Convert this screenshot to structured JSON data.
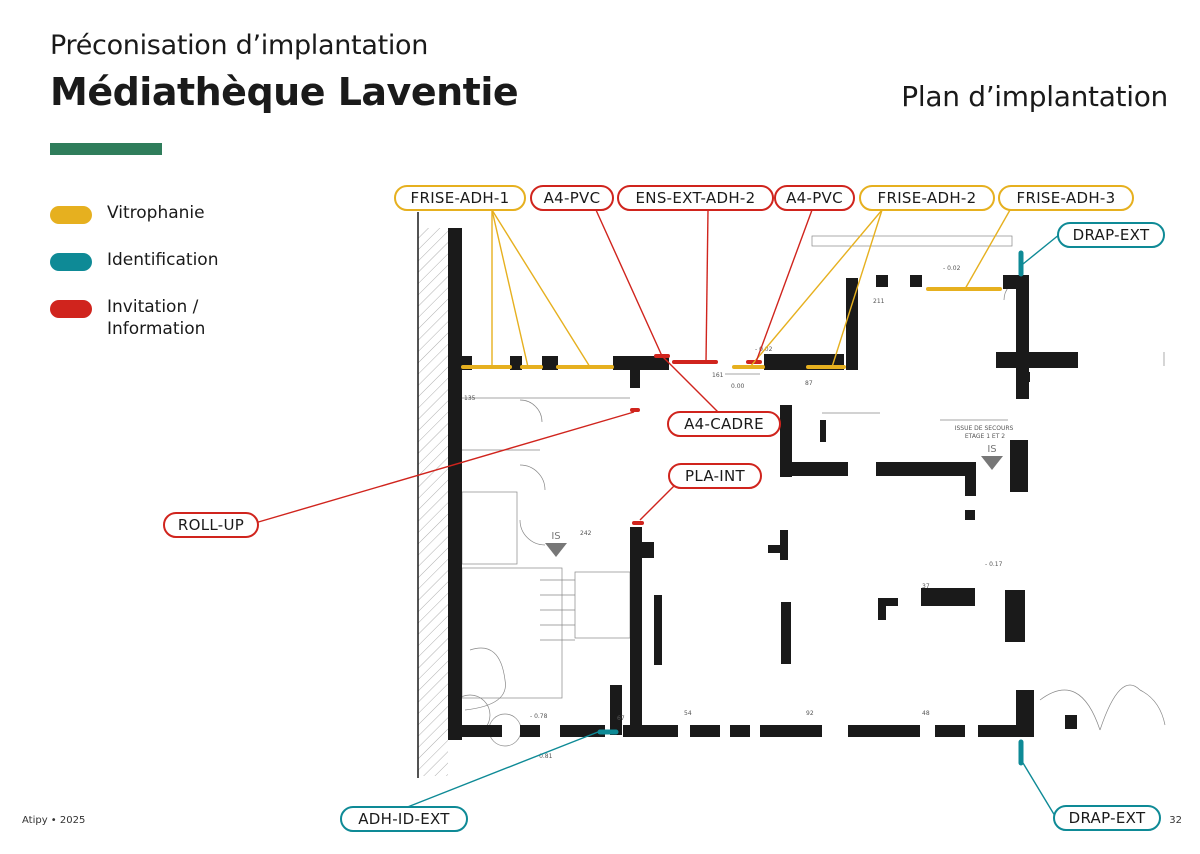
{
  "header": {
    "subtitle": "Préconisation d’implantation",
    "title": "Médiathèque Laventie",
    "right_title": "Plan d’implantation"
  },
  "colors": {
    "accent_bar": "#2f7d5b",
    "vitrophanie": "#e6b01f",
    "identification": "#0e8a96",
    "invitation": "#d0241d",
    "walls": "#1a1a1a"
  },
  "legend": [
    {
      "label": "Vitrophanie",
      "color": "#e6b01f"
    },
    {
      "label": "Identification",
      "color": "#0e8a96"
    },
    {
      "label": "Invitation /\nInformation",
      "color": "#d0241d"
    }
  ],
  "tags": {
    "frise_adh_1": "FRISE-ADH-1",
    "a4_pvc_1": "A4-PVC",
    "ens_ext_adh_2": "ENS-EXT-ADH-2",
    "a4_pvc_2": "A4-PVC",
    "frise_adh_2": "FRISE-ADH-2",
    "frise_adh_3": "FRISE-ADH-3",
    "drap_ext_top": "DRAP-EXT",
    "a4_cadre": "A4-CADRE",
    "pla_int": "PLA-INT",
    "roll_up": "ROLL-UP",
    "adh_id_ext": "ADH-ID-EXT",
    "drap_ext_bottom": "DRAP-EXT"
  },
  "plan": {
    "is_marker_1": "IS",
    "is_marker_2": "IS",
    "exit_label": "ISSUE DE SECOURS\nETAGE 1 ET 2",
    "levels": [
      "- 0.02",
      "- 0.02",
      "0.00",
      "- 0.17",
      "- 0.78",
      "- 0.81"
    ],
    "dims": [
      "161",
      "211",
      "87",
      "242",
      "37",
      "54",
      "92",
      "48",
      "135",
      "67"
    ]
  },
  "footer": {
    "left": "Atipy • 2025",
    "page": "32"
  }
}
